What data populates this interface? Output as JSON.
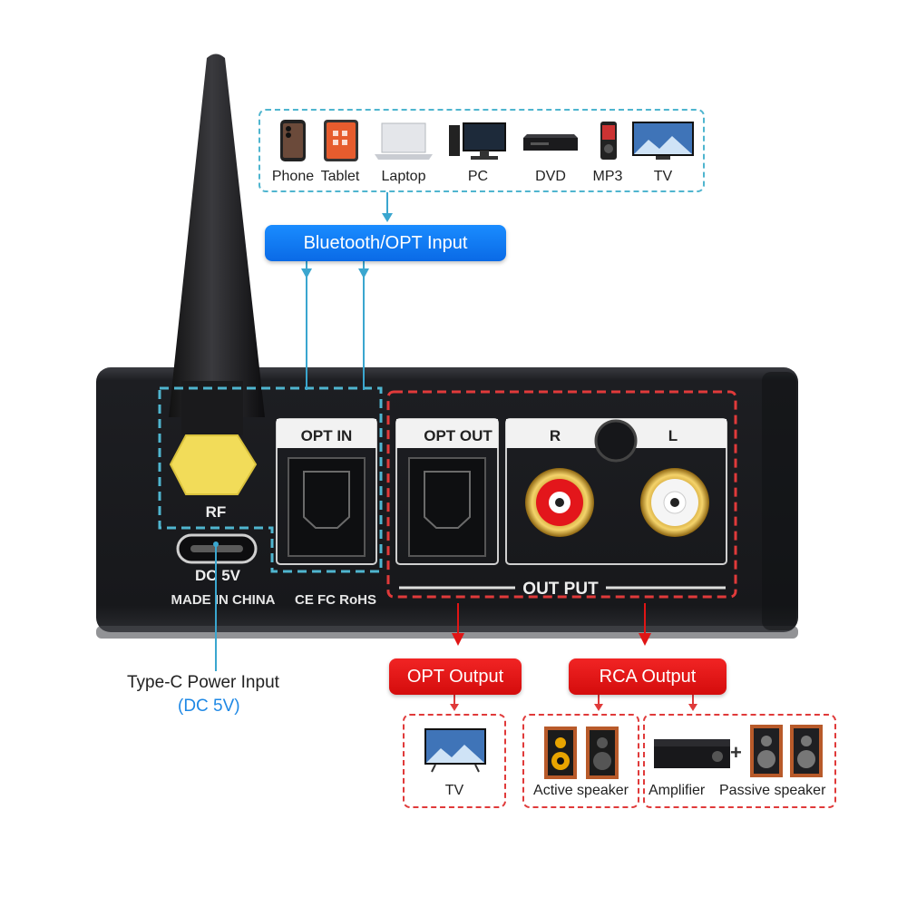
{
  "sources": [
    {
      "icon": "phone-icon",
      "label": "Phone"
    },
    {
      "icon": "tablet-icon",
      "label": "Tablet"
    },
    {
      "icon": "laptop-icon",
      "label": "Laptop"
    },
    {
      "icon": "pc-icon",
      "label": "PC"
    },
    {
      "icon": "dvd-player-icon",
      "label": "DVD"
    },
    {
      "icon": "mp3-player-icon",
      "label": "MP3"
    },
    {
      "icon": "tv-icon",
      "label": "TV"
    }
  ],
  "labels": {
    "bluetooth_opt_input": "Bluetooth/OPT Input",
    "type_c_power": "Type-C Power Input",
    "type_c_power_sub": "(DC 5V)",
    "opt_output": "OPT Output",
    "rca_output": "RCA Output"
  },
  "device": {
    "opt_in": "OPT IN",
    "opt_out": "OPT OUT",
    "r": "R",
    "l": "L",
    "rf": "RF",
    "dc": "DC 5V",
    "output": "OUT PUT",
    "made_in": "MADE IN CHINA",
    "cert": "CE FC RoHS"
  },
  "outputs": [
    {
      "label": "TV"
    },
    {
      "label": "Active speaker"
    },
    {
      "label": "Amplifier"
    },
    {
      "label": "Passive speaker"
    }
  ],
  "plus": "+",
  "colors": {
    "input_blue": "#0a7ae6",
    "output_red": "#e01515",
    "dashed_cyan": "#4fb5cf",
    "dashed_red": "#e03a3a",
    "device_body": "#1c1d20",
    "rf_connector": "#f2dc59"
  }
}
